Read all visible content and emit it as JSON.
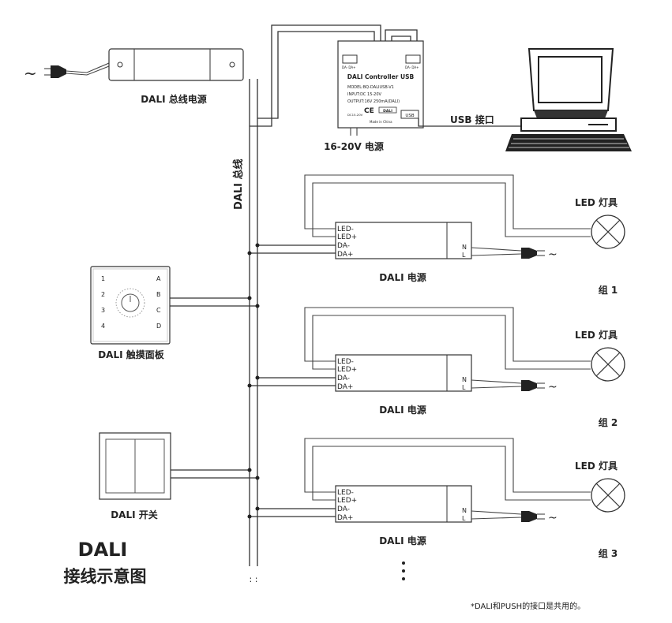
{
  "tilde": "~",
  "bus_power": {
    "label": "DALI 总线电源"
  },
  "bus_label": "DALI 总线",
  "controller": {
    "title": "DALI Controller USB",
    "model": "MODEL:BQ-DALIUSB-V1",
    "input": "INPUT:DC 15-20V",
    "output": "OUTPUT:16V 250mA(DALI)",
    "ce": "CE",
    "dali_mark": "DALI",
    "made_in": "Made in China",
    "usb": "USB",
    "terminal_left": "DA-  DA+",
    "terminal_right": "DA-  DA+",
    "dc_label": "DC15-20V",
    "supply_label": "16-20V 电源"
  },
  "usb_port_label": "USB 接口",
  "touch_panel": {
    "label": "DALI 触摸面板",
    "numbers": [
      "1",
      "2",
      "3",
      "4"
    ],
    "letters": [
      "A",
      "B",
      "C",
      "D"
    ]
  },
  "switch": {
    "label": "DALI 开关"
  },
  "groups": [
    {
      "driver_label": "DALI 电源",
      "lamp_label": "LED 灯具",
      "group_label": "组 1",
      "terminals": [
        "LED-",
        "LED+",
        "DA-",
        "DA+"
      ],
      "ln": [
        "N",
        "L"
      ]
    },
    {
      "driver_label": "DALI 电源",
      "lamp_label": "LED 灯具",
      "group_label": "组 2",
      "terminals": [
        "LED-",
        "LED+",
        "DA-",
        "DA+"
      ],
      "ln": [
        "N",
        "L"
      ]
    },
    {
      "driver_label": "DALI 电源",
      "lamp_label": "LED 灯具",
      "group_label": "组 3",
      "terminals": [
        "LED-",
        "LED+",
        "DA-",
        "DA+"
      ],
      "ln": [
        "N",
        "L"
      ]
    }
  ],
  "title": {
    "line1": "DALI",
    "line2": "接线示意图"
  },
  "footnote": "*DALI和PUSH的接口是共用的。"
}
